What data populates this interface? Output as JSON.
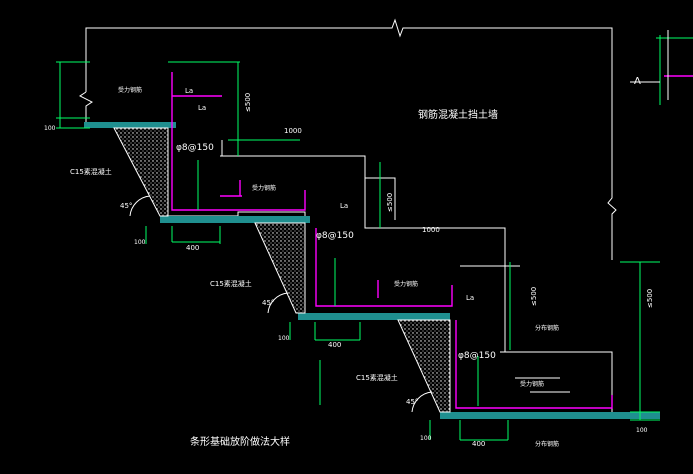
{
  "drawing": {
    "title": "条形基础放阶做法大样",
    "wall_label": "钢筋混凝土挡土墙",
    "section_label": "A",
    "lap_label": "La",
    "spacing_label": "φ8@150",
    "concrete_label": "C15素混凝土",
    "rebar_label": "受力钢筋",
    "dist_label": "分布钢筋",
    "dim_1000": "1000",
    "dim_500": "≤500",
    "dim_400": "400",
    "dim_100": "100",
    "dim_45": "45°",
    "colors": {
      "background": "#000000",
      "outline": "#ffffff",
      "rebar": "#ff00ff",
      "dimension": "#00ff66",
      "hatch": "#2aa6a6",
      "annotation": "#ffff00"
    }
  }
}
